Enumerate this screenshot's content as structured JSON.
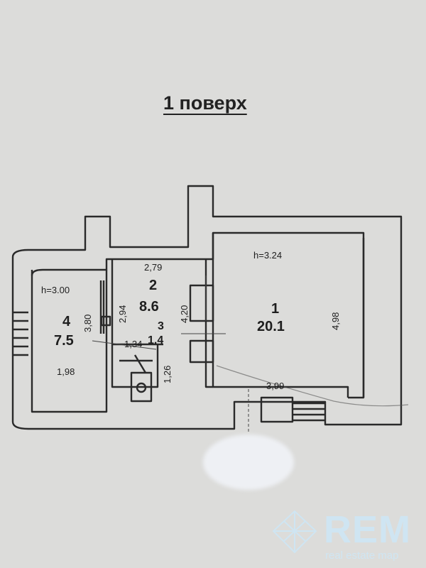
{
  "plan": {
    "title": "1 поверх",
    "room1": {
      "number": "1",
      "area": "20.1",
      "height": "h=3.24",
      "width": "3,99",
      "length": "4,98"
    },
    "room2": {
      "number": "2",
      "area": "8.6",
      "width": "2,79",
      "length": "2,94",
      "length2": "4,20"
    },
    "room3": {
      "number": "3",
      "area": "1.4",
      "width": "1,34",
      "length": "1,26"
    },
    "room4": {
      "number": "4",
      "area": "7.5",
      "height": "h=3.00",
      "width": "1,98",
      "length": "3,80"
    }
  },
  "watermark": {
    "brand": "REM",
    "tagline": "real estate map"
  }
}
